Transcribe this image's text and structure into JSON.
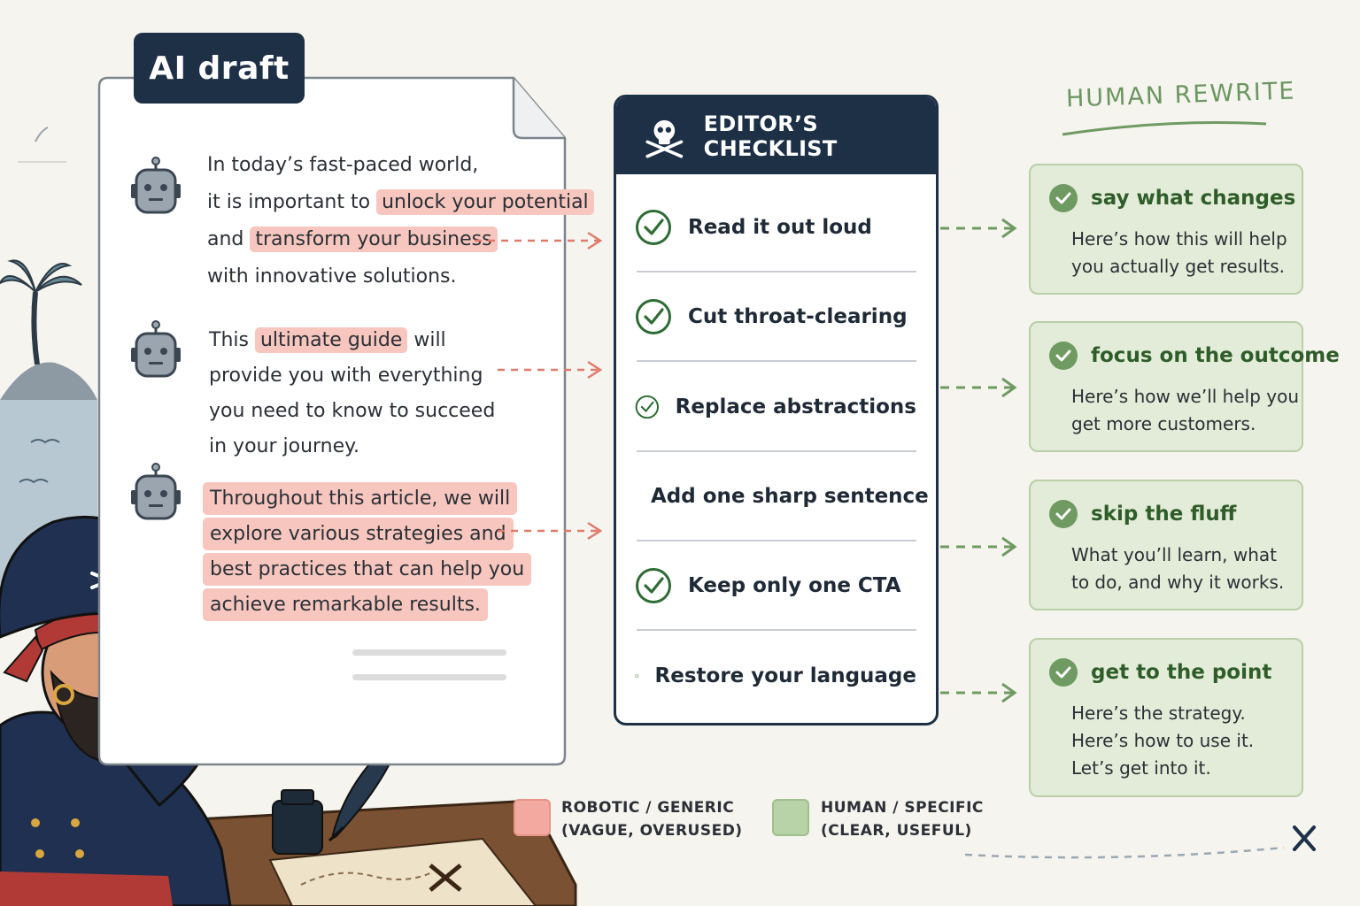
{
  "ai_draft": {
    "tab_label": "AI draft",
    "paragraph1": {
      "l1": "In today’s fast-paced world,",
      "l2_pre": "it is important to ",
      "l2_hl": "unlock your potential",
      "l3_pre": "and ",
      "l3_hl": "transform your business",
      "l4": "with innovative solutions."
    },
    "paragraph2": {
      "l1_pre": "This ",
      "l1_hl": "ultimate guide",
      "l1_post": " will",
      "l2": "provide you with everything",
      "l3": "you need to know to succeed",
      "l4": "in your journey."
    },
    "paragraph3": {
      "l1": "Throughout this article, we will",
      "l2": "explore various strategies and",
      "l3": "best practices that can help you",
      "l4": "achieve remarkable results."
    }
  },
  "checklist": {
    "title": "EDITOR’S CHECKLIST",
    "items": [
      "Read it out loud",
      "Cut throat-clearing",
      "Replace abstractions",
      "Add one sharp sentence",
      "Keep only one CTA",
      "Restore your language"
    ]
  },
  "human_rewrite": {
    "title": "HUMAN REWRITE",
    "cards": [
      {
        "title": "say what changes",
        "lines": [
          "Here’s how this will help",
          "you actually get results."
        ]
      },
      {
        "title": "focus on the outcome",
        "lines": [
          "Here’s how we’ll help you",
          "get more customers."
        ]
      },
      {
        "title": "skip the fluff",
        "lines": [
          "What you’ll learn, what",
          "to do, and why it works."
        ]
      },
      {
        "title": "get to the point",
        "lines": [
          "Here’s the strategy.",
          "Here’s how to use it.",
          "Let’s get into it."
        ]
      }
    ]
  },
  "legend": {
    "robotic": {
      "line1": "ROBOTIC / GENERIC",
      "line2": "(VAGUE, OVERUSED)",
      "color": "#f2aaa0"
    },
    "human": {
      "line1": "HUMAN / SPECIFIC",
      "line2": "(CLEAR, USEFUL)",
      "color": "#b9d3a8"
    }
  },
  "colors": {
    "navy": "#1d3046",
    "highlight_red": "#f7c7bf",
    "arrow_red": "#e07a6c",
    "check_green": "#2f6b35",
    "card_green": "#e3ecd8",
    "arrow_green": "#6f9a62"
  },
  "icons": {
    "robot": "robot-icon",
    "skull": "skull-crossbones-icon",
    "check": "check-circle-icon",
    "map_x": "x-mark-icon"
  }
}
